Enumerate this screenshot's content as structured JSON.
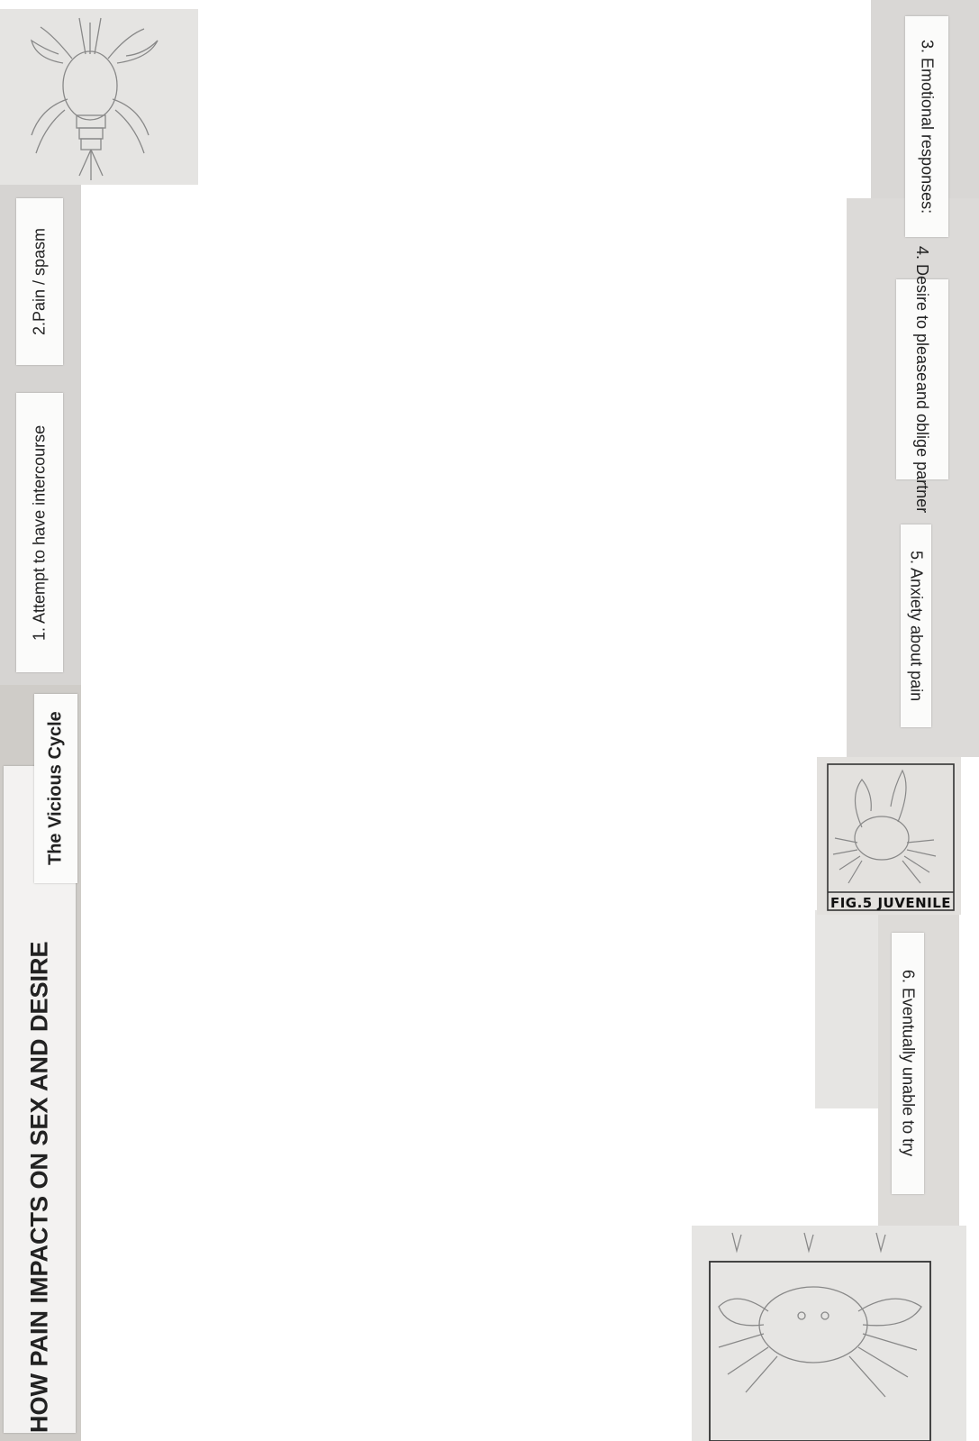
{
  "title": "HOW PAIN IMPACTS ON SEX AND DESIRE",
  "subtitle": "The Vicious Cycle",
  "steps": [
    {
      "label": "1.  Attempt to have intercourse"
    },
    {
      "label": "2.Pain / spasm"
    },
    {
      "label": "3. Emotional responses:"
    },
    {
      "label_line1": "4. Desire to please",
      "label_line2": "and oblige partner"
    },
    {
      "label": "5. Anxiety about pain"
    },
    {
      "label": "6. Eventually unable to try"
    }
  ],
  "figure_caption": "FIG.5 JUVENILE",
  "illustrations": [
    "crayfish-sketch",
    "crab-juvenile-sketch",
    "crab-sketch"
  ],
  "colors": {
    "background": "#ffffff",
    "paper": "#d6d4d2",
    "label": "#fbfbfa",
    "text": "#222222",
    "pencil": "#777777"
  }
}
